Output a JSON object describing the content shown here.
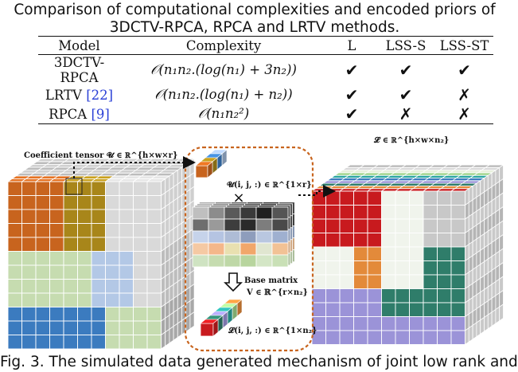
{
  "title_line1": "Comparison of computational complexities and encoded priors of",
  "title_line2": "3DCTV-RPCA, RPCA and LRTV methods.",
  "table": {
    "headers": [
      "Model",
      "Complexity",
      "L",
      "LSS-S",
      "LSS-ST"
    ],
    "rows": [
      {
        "model": "3DCTV-RPCA",
        "cite": "",
        "complexity": "𝒪(n₁n₂.(log(n₁) + 3n₂))",
        "marks": [
          "✔",
          "✔",
          "✔"
        ]
      },
      {
        "model": "LRTV ",
        "cite": "[22]",
        "complexity": "𝒪(n₁n₂.(log(n₁) + n₂))",
        "marks": [
          "✔",
          "✔",
          "✗"
        ]
      },
      {
        "model": "RPCA ",
        "cite": "[9]",
        "complexity": "𝒪(n₁n₂²)",
        "marks": [
          "✔",
          "✗",
          "✗"
        ]
      }
    ]
  },
  "figure": {
    "coef_label": "Coefficient tensor 𝓤 ∈ ℝ^{h×w×r}",
    "u_fiber_label": "𝓤(i, j, :) ∈ ℝ^{1×r}",
    "times_sign": "×",
    "base_matrix_label": "Base matrix",
    "v_label": "V ∈ ℝ^{r×n₂}",
    "l_fiber_label": "𝓛(i, j, :) ∈ ℝ^{1×n₂}",
    "l_tensor_label": "𝓛 ∈ ℝ^{h×w×n₂}"
  },
  "fig_caption": "Fig. 3. The simulated data generated mechanism of joint low rank and",
  "colors": {
    "left_orange": "#c8641e",
    "left_olive": "#a8861a",
    "left_green": "#c6dcb0",
    "left_blue": "#3b7bbf",
    "left_lightblue": "#b3c8e6",
    "right_red": "#c81a1e",
    "right_orange": "#e38a3a",
    "right_teal": "#2f7d6a",
    "right_lavender": "#9b93d8",
    "right_pale": "#e8f0dc",
    "dashed_border": "#c8641e"
  }
}
